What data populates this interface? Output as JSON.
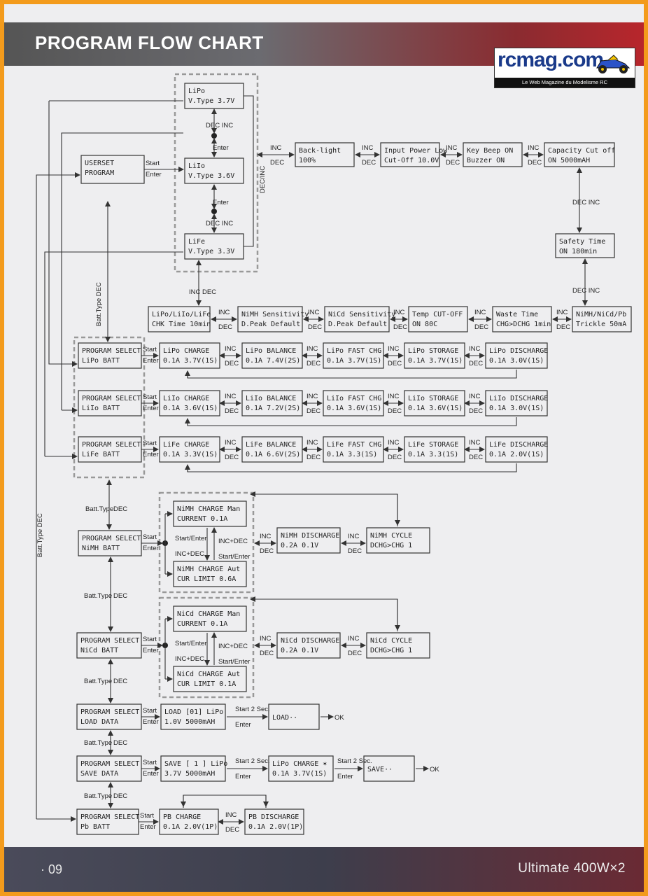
{
  "header": {
    "title": "PROGRAM FLOW CHART"
  },
  "footer": {
    "page_number": "· 09",
    "product": "Ultimate 400W×2"
  },
  "logo": {
    "name": "rcmag.com",
    "tagline": "Le Web Magazine du Modelisme RC"
  },
  "labels": {
    "inc": "INC",
    "dec": "DEC",
    "start": "Start",
    "enter": "Enter",
    "dec_inc": "DEC INC",
    "inc_dec": "INC DEC",
    "dec_inc_slash": "DEC/INC",
    "batt_type": "Batt.Type",
    "batt_type_dec": "Batt.Type  DEC",
    "start_enter": "Start/Enter",
    "inc_plus_dec": "INC+DEC",
    "start_2sec": "Start 2 Sec.",
    "ok": "OK"
  },
  "boxes": [
    {
      "id": "userset",
      "l1": "USERSET",
      "l2": "PROGRAM"
    },
    {
      "id": "lipo_vt",
      "l1": "LiPo",
      "l2": "V.Type 3.7V"
    },
    {
      "id": "liio_vt",
      "l1": "LiIo",
      "l2": "V.Type 3.6V"
    },
    {
      "id": "life_vt",
      "l1": "LiFe",
      "l2": "V.Type 3.3V"
    },
    {
      "id": "backlight",
      "l1": "Back-light",
      "l2": "100%"
    },
    {
      "id": "inputpower",
      "l1": "Input Power Low",
      "l2": "Cut-Off   10.0V"
    },
    {
      "id": "keybeep",
      "l1": "Key Beep    ON",
      "l2": "Buzzer      ON"
    },
    {
      "id": "capacity",
      "l1": "Capacity  Cut off",
      "l2": "ON        5000mAH"
    },
    {
      "id": "safety",
      "l1": "Safety Time",
      "l2": "ON      180min"
    },
    {
      "id": "trickle",
      "l1": "NiMH/NiCd/Pb",
      "l2": "Trickle  50mA"
    },
    {
      "id": "waste",
      "l1": "Waste Time",
      "l2": "CHG>DCHG 1min"
    },
    {
      "id": "temp",
      "l1": "Temp   CUT-OFF",
      "l2": "ON        80C"
    },
    {
      "id": "nicdsens",
      "l1": "NiCd Sensitivity",
      "l2": "D.Peak Default"
    },
    {
      "id": "nimhsens",
      "l1": "NiMH Sensitivity",
      "l2": "D.Peak Default"
    },
    {
      "id": "chktime",
      "l1": "LiPo/LiIo/LiFe",
      "l2": "CHK Time 10min"
    },
    {
      "id": "ps_lipo",
      "l1": "PROGRAM SELECT",
      "l2": "LiPo BATT"
    },
    {
      "id": "lipo_chg",
      "l1": "LiPo CHARGE",
      "l2": "0.1A  3.7V(1S)"
    },
    {
      "id": "lipo_bal",
      "l1": "LiPo BALANCE",
      "l2": "0.1A  7.4V(2S)"
    },
    {
      "id": "lipo_fast",
      "l1": "LiPo FAST CHG",
      "l2": "0.1A   3.7V(1S)"
    },
    {
      "id": "lipo_stor",
      "l1": "LiPo STORAGE",
      "l2": "0.1A  3.7V(1S)"
    },
    {
      "id": "lipo_dis",
      "l1": "LiPo DISCHARGE",
      "l2": "0.1A    3.0V(1S)"
    },
    {
      "id": "ps_liio",
      "l1": "PROGRAM SELECT",
      "l2": "LiIo BATT"
    },
    {
      "id": "liio_chg",
      "l1": "LiIo CHARGE",
      "l2": "0.1A  3.6V(1S)"
    },
    {
      "id": "liio_bal",
      "l1": "LiIo BALANCE",
      "l2": "0.1A  7.2V(2S)"
    },
    {
      "id": "liio_fast",
      "l1": "LiIo FAST CHG",
      "l2": "0.1A   3.6V(1S)"
    },
    {
      "id": "liio_stor",
      "l1": "LiIo STORAGE",
      "l2": "0.1A  3.6V(1S)"
    },
    {
      "id": "liio_dis",
      "l1": "LiIo DISCHARGE",
      "l2": "0.1A    3.0V(1S)"
    },
    {
      "id": "ps_life",
      "l1": "PROGRAM SELECT",
      "l2": "LiFe BATT"
    },
    {
      "id": "life_chg",
      "l1": "LiFe CHARGE",
      "l2": "0.1A  3.3V(1S)"
    },
    {
      "id": "life_bal",
      "l1": "LiFe BALANCE",
      "l2": "0.1A  6.6V(2S)"
    },
    {
      "id": "life_fast",
      "l1": "LiFe FAST CHG",
      "l2": "0.1A   3.3(1S)"
    },
    {
      "id": "life_stor",
      "l1": "LiFe STORAGE",
      "l2": "0.1A  3.3(1S)"
    },
    {
      "id": "life_dis",
      "l1": "LiFe DISCHARGE",
      "l2": "0.1A    2.0V(1S)"
    },
    {
      "id": "ps_nimh",
      "l1": "PROGRAM SELECT",
      "l2": "NiMH BATT"
    },
    {
      "id": "nimh_man",
      "l1": "NiMH CHARGE  Man",
      "l2": "CURRENT    0.1A"
    },
    {
      "id": "nimh_aut",
      "l1": "NiMH CHARGE  Aut",
      "l2": "CUR LIMIT  0.6A"
    },
    {
      "id": "nimh_dis",
      "l1": "NiMH DISCHARGE",
      "l2": "0.2A     0.1V"
    },
    {
      "id": "nimh_cyc",
      "l1": "NiMH CYCLE",
      "l2": "DCHG>CHG  1"
    },
    {
      "id": "ps_nicd",
      "l1": "PROGRAM SELECT",
      "l2": "NiCd BATT"
    },
    {
      "id": "nicd_man",
      "l1": "NiCd CHARGE  Man",
      "l2": "CURRENT    0.1A"
    },
    {
      "id": "nicd_aut",
      "l1": "NiCd CHARGE  Aut",
      "l2": "CUR LIMIT  0.1A"
    },
    {
      "id": "nicd_dis",
      "l1": "NiCd DISCHARGE",
      "l2": "0.2A     0.1V"
    },
    {
      "id": "nicd_cyc",
      "l1": "NiCd CYCLE",
      "l2": "DCHG>CHG  1"
    },
    {
      "id": "ps_load",
      "l1": "PROGRAM SELECT",
      "l2": "LOAD DATA"
    },
    {
      "id": "load01",
      "l1": "LOAD [01]  LiPo",
      "l2": "1.0V   5000mAH"
    },
    {
      "id": "loading",
      "l1": "LOAD··",
      "l2": ""
    },
    {
      "id": "ps_save",
      "l1": "PROGRAM SELECT",
      "l2": "SAVE DATA"
    },
    {
      "id": "save1",
      "l1": "SAVE [ 1 ]  LiPo",
      "l2": "3.7V   5000mAH"
    },
    {
      "id": "save_chg",
      "l1": "LiPo CHARGE ✶",
      "l2": "0.1A 3.7V(1S)"
    },
    {
      "id": "saving",
      "l1": "SAVE··",
      "l2": ""
    },
    {
      "id": "ps_pb",
      "l1": "PROGRAM SELECT",
      "l2": "Pb BATT"
    },
    {
      "id": "pb_chg",
      "l1": "PB CHARGE",
      "l2": "0.1A    2.0V(1P)"
    },
    {
      "id": "pb_dis",
      "l1": "PB DISCHARGE",
      "l2": "0.1A    2.0V(1P)"
    }
  ]
}
